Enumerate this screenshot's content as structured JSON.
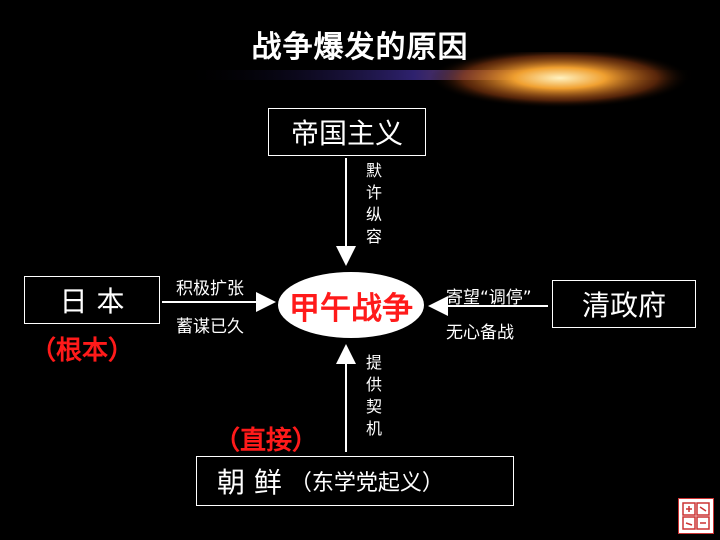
{
  "title": "战争爆发的原因",
  "nodes": {
    "imperialism": "帝国主义",
    "japan": "日 本",
    "japan_note": "（根本）",
    "center": "甲午战争",
    "qing": "清政府",
    "korea_main": "朝 鲜",
    "korea_sub": "（东学党起义）",
    "direct_note": "（直接）"
  },
  "labels": {
    "top": "默\n许\n纵\n容",
    "left_top": "积极扩张",
    "left_bottom": "蓄谋已久",
    "right_top": "寄望“调停”",
    "right_bottom": "无心备战",
    "bottom": "提\n供\n契\n机"
  },
  "colors": {
    "accent_red": "#ff1a1a",
    "background": "#000000"
  },
  "logo": {
    "icon": "seal-logo-icon"
  }
}
